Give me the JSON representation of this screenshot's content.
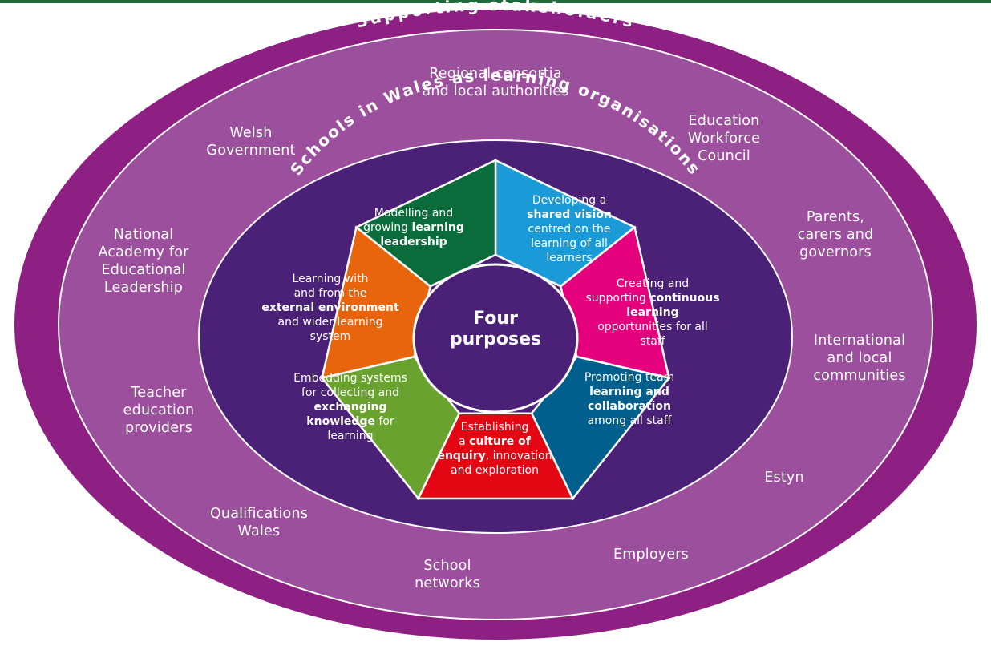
{
  "outer_ring_title": "Supporting stakeholders",
  "inner_ring_title": "Schools in Wales as learning organisations",
  "center_label": "Four\npurposes",
  "stakeholders": [
    {
      "id": "regional",
      "text": "Regional consortia\nand local authorities"
    },
    {
      "id": "ewc",
      "text": "Education\nWorkforce\nCouncil"
    },
    {
      "id": "parents",
      "text": "Parents,\ncarers and\ngovernors"
    },
    {
      "id": "international",
      "text": "International\nand local\ncommunities"
    },
    {
      "id": "estyn",
      "text": "Estyn"
    },
    {
      "id": "employers",
      "text": "Employers"
    },
    {
      "id": "school-networks",
      "text": "School\nnetworks"
    },
    {
      "id": "qualifications",
      "text": "Qualifications\nWales"
    },
    {
      "id": "teacher-education",
      "text": "Teacher\neducation\nproviders"
    },
    {
      "id": "academy",
      "text": "National\nAcademy for\nEducational\nLeadership"
    },
    {
      "id": "welsh-gov",
      "text": "Welsh\nGovernment"
    }
  ],
  "segments": [
    {
      "id": "shared-vision",
      "color": "#1a9ad6",
      "lines": [
        [
          {
            "t": "Developing a",
            "b": false
          }
        ],
        [
          {
            "t": "shared vision",
            "b": true
          }
        ],
        [
          {
            "t": "centred on the",
            "b": false
          }
        ],
        [
          {
            "t": "learning of all",
            "b": false
          }
        ],
        [
          {
            "t": "learners",
            "b": false
          }
        ]
      ]
    },
    {
      "id": "continuous-learning",
      "color": "#e5007e",
      "lines": [
        [
          {
            "t": "Creating and",
            "b": false
          }
        ],
        [
          {
            "t": "supporting ",
            "b": false
          },
          {
            "t": "continuous",
            "b": true
          }
        ],
        [
          {
            "t": "learning",
            "b": true
          }
        ],
        [
          {
            "t": "opportunities for all",
            "b": false
          }
        ],
        [
          {
            "t": "staff",
            "b": false
          }
        ]
      ]
    },
    {
      "id": "team-learning",
      "color": "#005f8c",
      "lines": [
        [
          {
            "t": "Promoting team",
            "b": false
          }
        ],
        [
          {
            "t": "learning and",
            "b": true
          }
        ],
        [
          {
            "t": "collaboration",
            "b": true
          }
        ],
        [
          {
            "t": "among all staff",
            "b": false
          }
        ]
      ]
    },
    {
      "id": "culture-of-enquiry",
      "color": "#e30613",
      "lines": [
        [
          {
            "t": "Establishing",
            "b": false
          }
        ],
        [
          {
            "t": "a ",
            "b": false
          },
          {
            "t": "culture of",
            "b": true
          }
        ],
        [
          {
            "t": "enquiry",
            "b": true
          },
          {
            "t": ", innovation",
            "b": false
          }
        ],
        [
          {
            "t": "and exploration",
            "b": false
          }
        ]
      ]
    },
    {
      "id": "embedding-systems",
      "color": "#6aa22f",
      "lines": [
        [
          {
            "t": "Embedding systems",
            "b": false
          }
        ],
        [
          {
            "t": "for collecting and",
            "b": false
          }
        ],
        [
          {
            "t": "exchanging",
            "b": true
          }
        ],
        [
          {
            "t": "knowledge",
            "b": true
          },
          {
            "t": " for",
            "b": false
          }
        ],
        [
          {
            "t": "learning",
            "b": false
          }
        ]
      ]
    },
    {
      "id": "external-environment",
      "color": "#e8650e",
      "lines": [
        [
          {
            "t": "Learning with",
            "b": false
          }
        ],
        [
          {
            "t": "and from the",
            "b": false
          }
        ],
        [
          {
            "t": "external environment",
            "b": true
          }
        ],
        [
          {
            "t": "and wider learning",
            "b": false
          }
        ],
        [
          {
            "t": "system",
            "b": false
          }
        ]
      ]
    },
    {
      "id": "learning-leadership",
      "color": "#0a6b3b",
      "lines": [
        [
          {
            "t": "Modelling and",
            "b": false
          }
        ],
        [
          {
            "t": "growing ",
            "b": false
          },
          {
            "t": "learning",
            "b": true
          }
        ],
        [
          {
            "t": "leadership",
            "b": true
          }
        ]
      ]
    }
  ],
  "colors": {
    "outer_band": "#8e1f83",
    "stakeholder_fill": "#9c4f9c",
    "inner_band": "#4a2177",
    "center": "#4a2177",
    "ring_line": "#ffffff",
    "top_rule": "#1d6b3a"
  }
}
